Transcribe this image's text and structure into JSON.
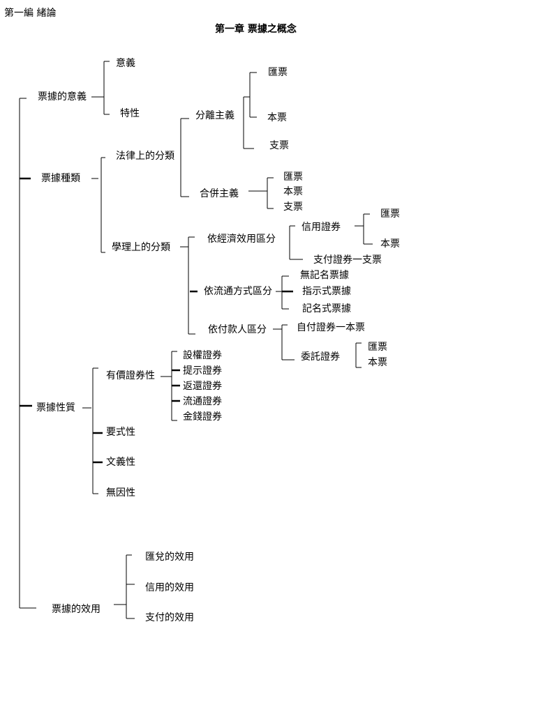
{
  "header": {
    "section": "第一編  緒論",
    "chapter_title": "第一章  票據之概念"
  },
  "tree": {
    "meaning": {
      "label": "票據的意義",
      "children": [
        "意義",
        "特性"
      ]
    },
    "types": {
      "label": "票據種類",
      "legal": {
        "label": "法律上的分類",
        "separate": {
          "label": "分離主義",
          "children": [
            "匯票",
            "本票",
            "支票"
          ]
        },
        "combined": {
          "label": "合併主義",
          "children": [
            "匯票",
            "本票",
            "支票"
          ]
        }
      },
      "academic": {
        "label": "學理上的分類",
        "economic": {
          "label": "依經濟效用區分",
          "credit": {
            "label": "信用證券",
            "children": [
              "匯票",
              "本票"
            ]
          },
          "payment": "支付證券一支票"
        },
        "circulation": {
          "label": "依流通方式區分",
          "children": [
            "無記名票據",
            "指示式票據",
            "記名式票據"
          ]
        },
        "payer": {
          "label": "依付款人區分",
          "self": "自付證券一本票",
          "entrusted": {
            "label": "委託證券",
            "children": [
              "匯票",
              "本票"
            ]
          }
        }
      }
    },
    "nature": {
      "label": "票據性質",
      "securities": {
        "label": "有價證券性",
        "children": [
          "設權證券",
          "提示證券",
          "返還證券",
          "流通證券",
          "金錢證券"
        ]
      },
      "others": [
        "要式性",
        "文義性",
        "無因性"
      ]
    },
    "effect": {
      "label": "票據的效用",
      "children": [
        "匯兌的效用",
        "信用的效用",
        "支付的效用"
      ]
    }
  }
}
